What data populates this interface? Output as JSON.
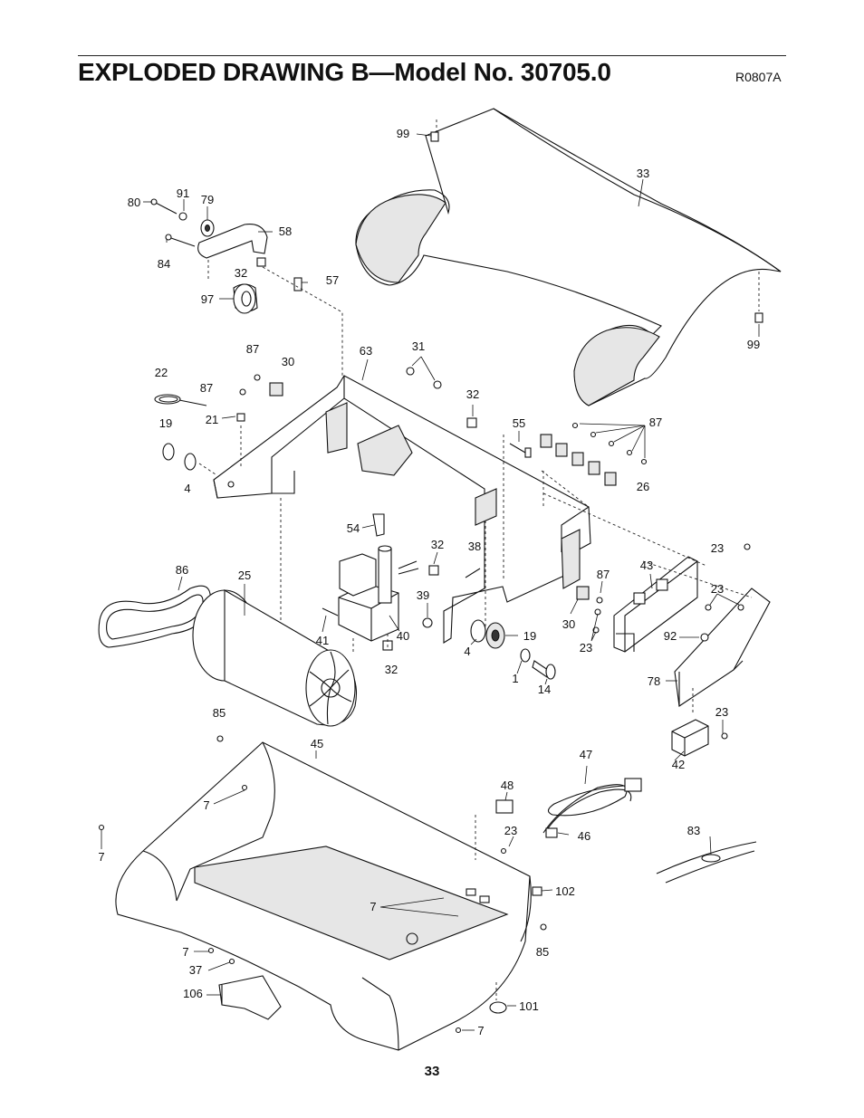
{
  "header": {
    "title": "EXPLODED DRAWING B—Model No. 30705.0",
    "drawing_code": "R0807A"
  },
  "footer": {
    "page_number": "33"
  },
  "callouts": [
    {
      "id": "c99a",
      "label": "99"
    },
    {
      "id": "c33",
      "label": "33"
    },
    {
      "id": "c99b",
      "label": "99"
    },
    {
      "id": "c80",
      "label": "80"
    },
    {
      "id": "c91",
      "label": "91"
    },
    {
      "id": "c79",
      "label": "79"
    },
    {
      "id": "c58",
      "label": "58"
    },
    {
      "id": "c84",
      "label": "84"
    },
    {
      "id": "c32a",
      "label": "32"
    },
    {
      "id": "c57",
      "label": "57"
    },
    {
      "id": "c97",
      "label": "97"
    },
    {
      "id": "c87a",
      "label": "87"
    },
    {
      "id": "c30a",
      "label": "30"
    },
    {
      "id": "c63",
      "label": "63"
    },
    {
      "id": "c31",
      "label": "31"
    },
    {
      "id": "c22",
      "label": "22"
    },
    {
      "id": "c87b",
      "label": "87"
    },
    {
      "id": "c21",
      "label": "21"
    },
    {
      "id": "c32b",
      "label": "32"
    },
    {
      "id": "c55",
      "label": "55"
    },
    {
      "id": "c87c",
      "label": "87"
    },
    {
      "id": "c19a",
      "label": "19"
    },
    {
      "id": "c4a",
      "label": "4"
    },
    {
      "id": "c26",
      "label": "26"
    },
    {
      "id": "c54",
      "label": "54"
    },
    {
      "id": "c32c",
      "label": "32"
    },
    {
      "id": "c38",
      "label": "38"
    },
    {
      "id": "c23a",
      "label": "23"
    },
    {
      "id": "c86",
      "label": "86"
    },
    {
      "id": "c25",
      "label": "25"
    },
    {
      "id": "c87d",
      "label": "87"
    },
    {
      "id": "c43",
      "label": "43"
    },
    {
      "id": "c23b",
      "label": "23"
    },
    {
      "id": "c39",
      "label": "39"
    },
    {
      "id": "c41",
      "label": "41"
    },
    {
      "id": "c40",
      "label": "40"
    },
    {
      "id": "c30b",
      "label": "30"
    },
    {
      "id": "c19b",
      "label": "19"
    },
    {
      "id": "c92",
      "label": "92"
    },
    {
      "id": "c4b",
      "label": "4"
    },
    {
      "id": "c23c",
      "label": "23"
    },
    {
      "id": "c32d",
      "label": "32"
    },
    {
      "id": "c1",
      "label": "1"
    },
    {
      "id": "c14",
      "label": "14"
    },
    {
      "id": "c78",
      "label": "78"
    },
    {
      "id": "c85a",
      "label": "85"
    },
    {
      "id": "c23d",
      "label": "23"
    },
    {
      "id": "c45",
      "label": "45"
    },
    {
      "id": "c42",
      "label": "42"
    },
    {
      "id": "c47",
      "label": "47"
    },
    {
      "id": "c48",
      "label": "48"
    },
    {
      "id": "c7a",
      "label": "7"
    },
    {
      "id": "c7b",
      "label": "7"
    },
    {
      "id": "c23e",
      "label": "23"
    },
    {
      "id": "c46",
      "label": "46"
    },
    {
      "id": "c83",
      "label": "83"
    },
    {
      "id": "c102",
      "label": "102"
    },
    {
      "id": "c7c",
      "label": "7"
    },
    {
      "id": "c85b",
      "label": "85"
    },
    {
      "id": "c7d",
      "label": "7"
    },
    {
      "id": "c37",
      "label": "37"
    },
    {
      "id": "c106",
      "label": "106"
    },
    {
      "id": "c101",
      "label": "101"
    },
    {
      "id": "c7e",
      "label": "7"
    }
  ]
}
